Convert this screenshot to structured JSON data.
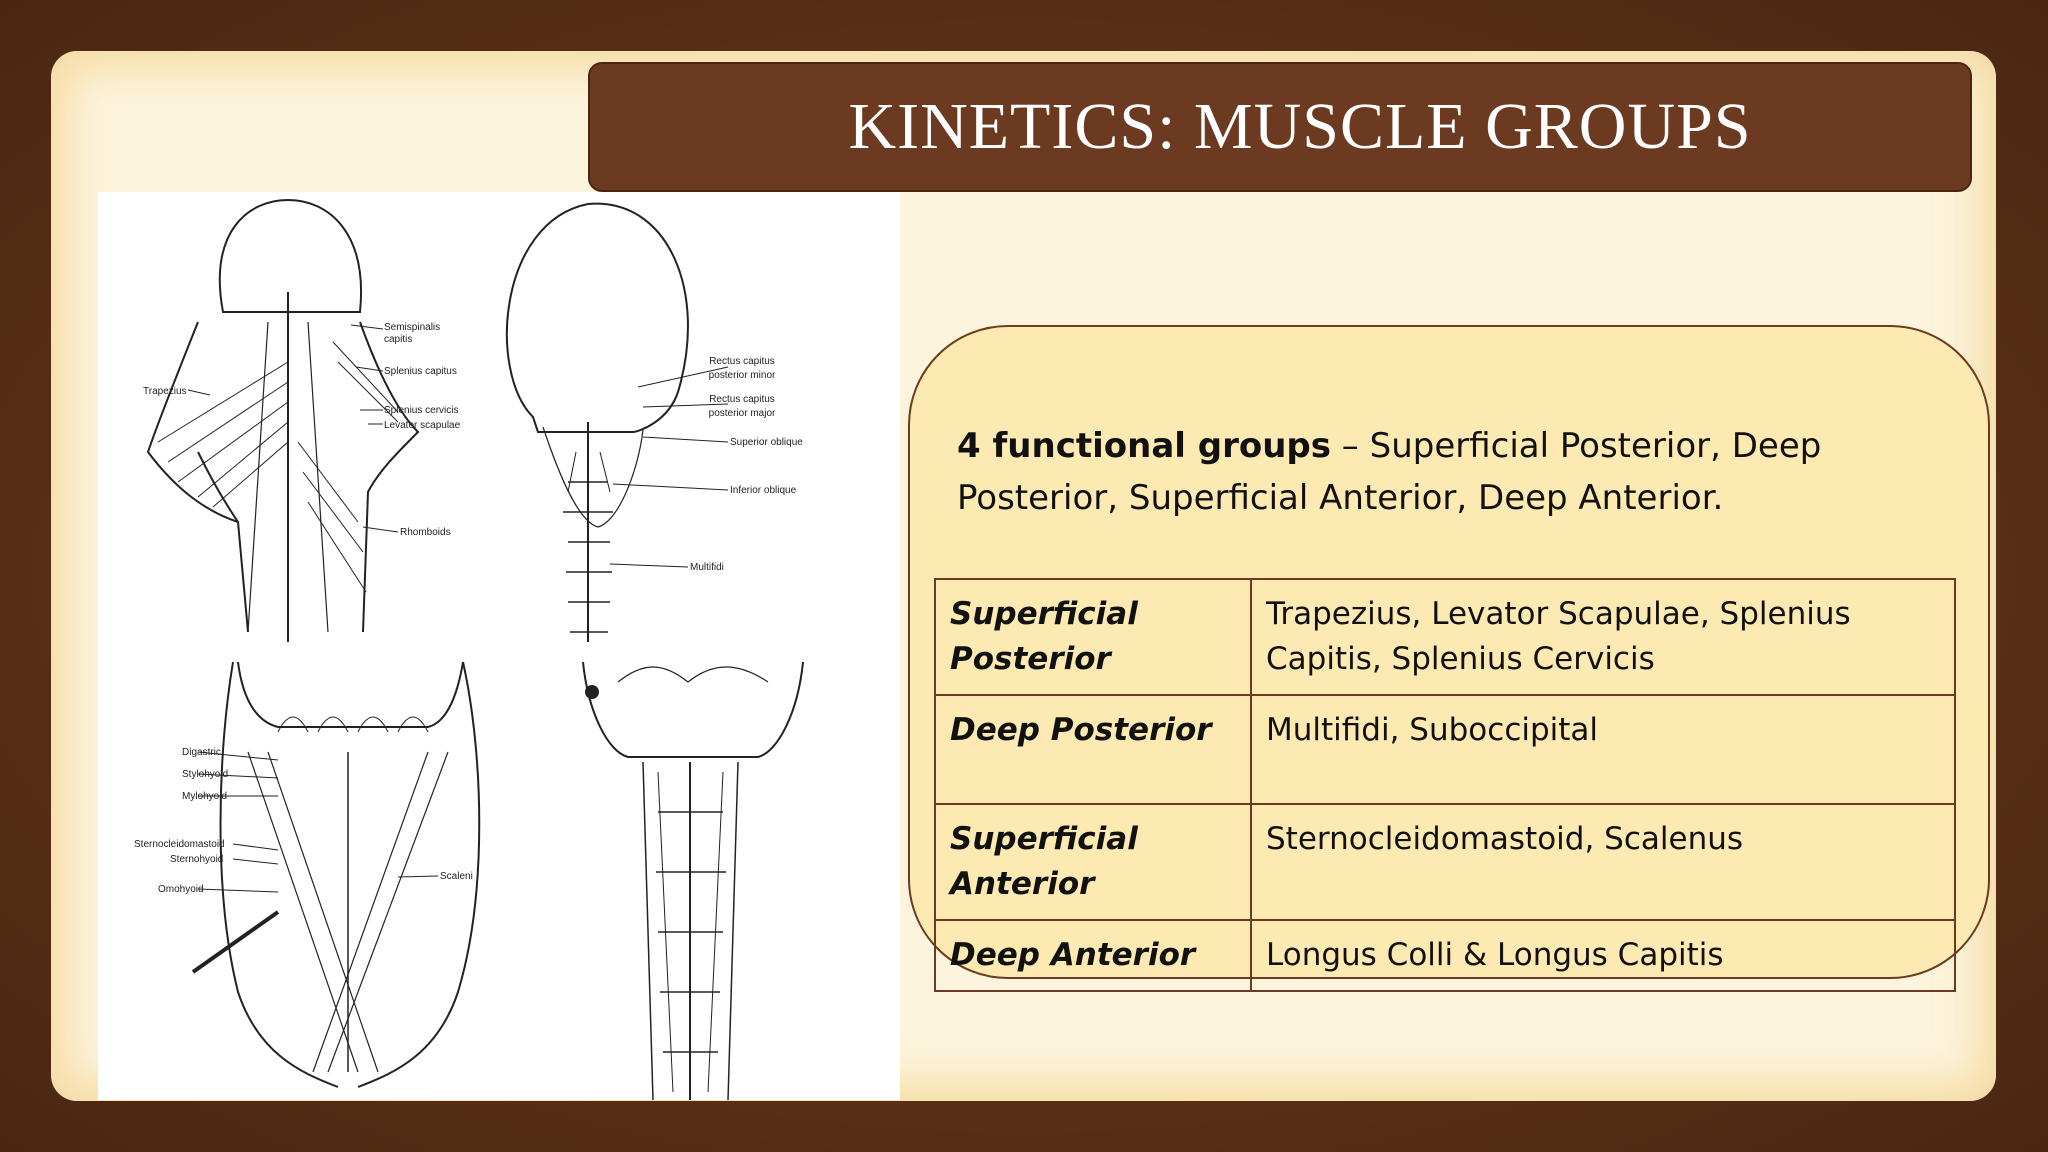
{
  "slide": {
    "title": "KINETICS: MUSCLE GROUPS",
    "intro_bold": "4 functional groups",
    "intro_rest": " – Superficial Posterior, Deep Posterior, Superficial Anterior, Deep Anterior."
  },
  "figure": {
    "labels": {
      "semispinalis": "Semispinalis",
      "capitis": "capitis",
      "splenius_capitis": "Splenius capitus",
      "trapezius": "Trapezius",
      "splenius_cervicis": "Splenius cervicis",
      "levator_scapulae": "Levator scapulae",
      "rhomboids": "Rhomboids",
      "rectus_minor_1": "Rectus capitus",
      "rectus_minor_2": "posterior minor",
      "rectus_major_1": "Rectus capitus",
      "rectus_major_2": "posterior major",
      "superior_oblique": "Superior oblique",
      "inferior_oblique": "Inferior oblique",
      "multifidi": "Multifidi",
      "digastric": "Digastric",
      "stylohyoid": "Stylohyoid",
      "mylohyoid": "Mylohyoid",
      "sternocleidomastoid": "Sternocleidomastoid",
      "sternohyoid": "Sternohyoid",
      "omohyoid": "Omohyoid",
      "scaleni": "Scaleni"
    }
  },
  "table": {
    "rows": [
      {
        "group": "Superficial Posterior",
        "muscles": "Trapezius, Levator Scapulae, Splenius Capitis, Splenius Cervicis"
      },
      {
        "group": "Deep Posterior",
        "muscles": "Multifidi, Suboccipital"
      },
      {
        "group": "Superficial Anterior",
        "muscles": "Sternocleidomastoid, Scalenus"
      },
      {
        "group": "Deep Anterior",
        "muscles": "Longus Colli & Longus Capitis"
      }
    ]
  }
}
